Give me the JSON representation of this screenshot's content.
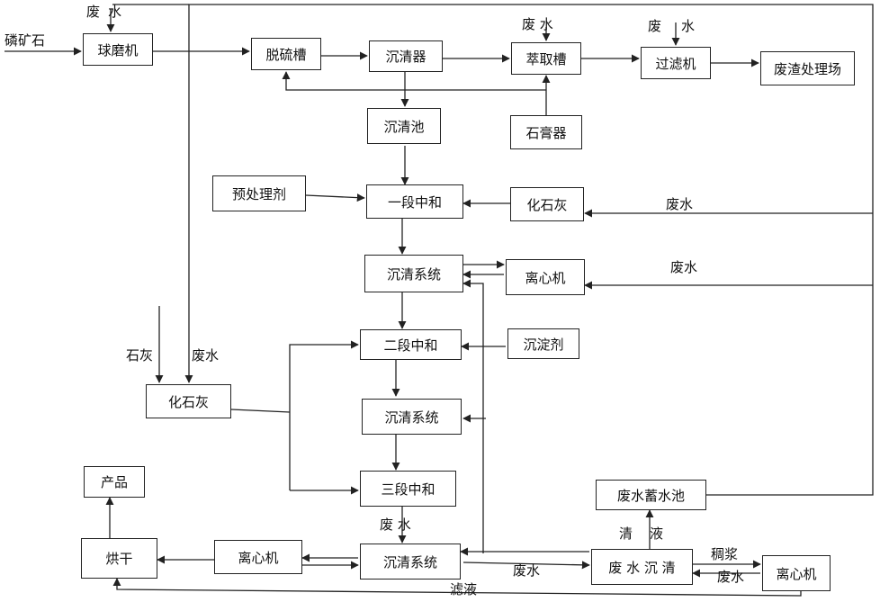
{
  "nodes": {
    "ball_mill": "球磨机",
    "desulfur_tank": "脱硫槽",
    "clarifier": "沉清器",
    "extract_tank": "萃取槽",
    "filter": "过滤机",
    "slag_site": "废渣处理场",
    "settle_pool": "沉清池",
    "stone_device": "石膏器",
    "pretreat_agent": "预处理剂",
    "neutral_1": "一段中和",
    "slaked_lime_1": "化石灰",
    "settle_sys_1": "沉清系统",
    "centrifuge_1": "离心机",
    "neutral_2": "二段中和",
    "precip_agent": "沉淀剂",
    "slaked_lime_2": "化石灰",
    "settle_sys_2": "沉清系统",
    "neutral_3": "三段中和",
    "product": "产品",
    "dryer": "烘干",
    "centrifuge_2": "离心机",
    "settle_sys_3": "沉清系统",
    "wastewater_settle": "废 水 沉 清",
    "centrifuge_3": "离心机",
    "wastewater_storage": "废水蓄水池"
  },
  "labels": {
    "phosphate_ore": "磷矿石",
    "wastewater_ball_a": "废",
    "wastewater_ball_b": "水",
    "wastewater_extract": "废 水",
    "wastewater_filter_a": "废",
    "wastewater_filter_b": "水",
    "wastewater_lime1": "废水",
    "wastewater_centrifuge1": "废水",
    "lime": "石灰",
    "wastewater_lime2": "废水",
    "wastewater_neutral3": "废 水",
    "wastewater_settle3": "废水",
    "clear_a": "清",
    "clear_b": "液",
    "slurry": "稠浆",
    "wastewater_return": "废水",
    "filtrate": "滤液"
  }
}
